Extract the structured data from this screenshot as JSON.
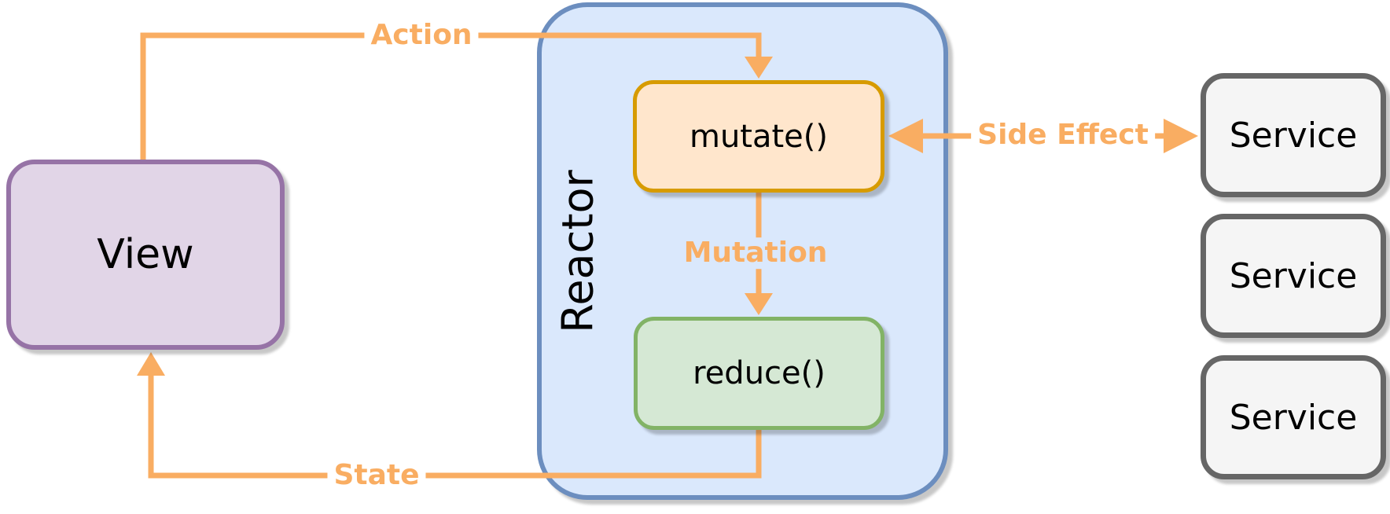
{
  "nodes": {
    "view": {
      "label": "View"
    },
    "reactor": {
      "label": "Reactor"
    },
    "mutate": {
      "label": "mutate()"
    },
    "reduce": {
      "label": "reduce()"
    },
    "services": [
      {
        "label": "Service"
      },
      {
        "label": "Service"
      },
      {
        "label": "Service"
      }
    ]
  },
  "edges": {
    "action": {
      "label": "Action"
    },
    "mutation": {
      "label": "Mutation"
    },
    "state": {
      "label": "State"
    },
    "side_effect": {
      "label": "Side Effect"
    }
  },
  "colors": {
    "connector": "#F9AD62",
    "view_fill": "#E1D5E7",
    "view_stroke": "#9673A6",
    "reactor_fill": "#DAE8FC",
    "reactor_stroke": "#6C8EBF",
    "mutate_fill": "#FFE6CC",
    "mutate_stroke": "#D79B00",
    "reduce_fill": "#D5E8D4",
    "reduce_stroke": "#82B366",
    "service_fill": "#F5F5F5",
    "service_stroke": "#666666"
  }
}
